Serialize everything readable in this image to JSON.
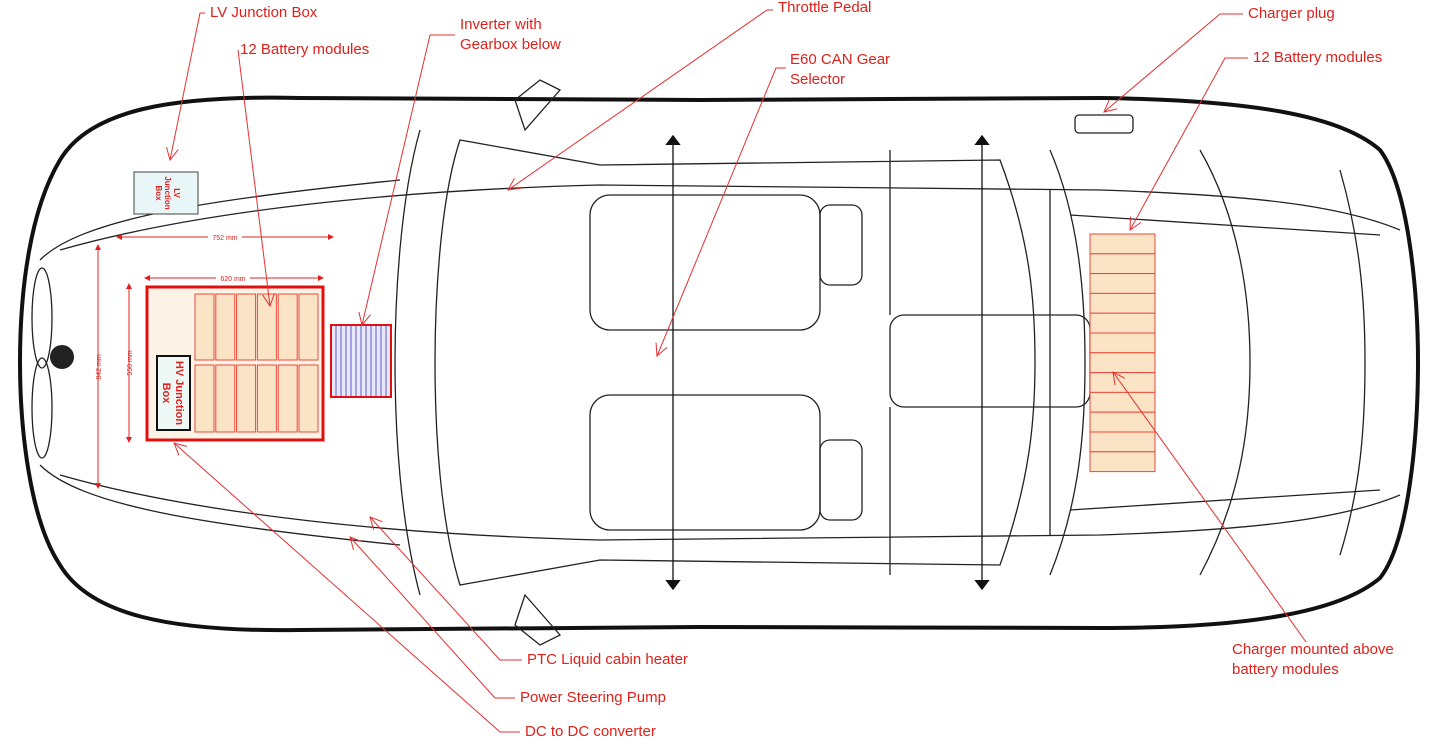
{
  "labels": {
    "lv_junction_box": "LV Junction Box",
    "battery_modules_front": "12 Battery modules",
    "inverter_line1": "Inverter with",
    "inverter_line2": "Gearbox below",
    "throttle_pedal": "Throttle Pedal",
    "gear_selector_line1": "E60 CAN Gear",
    "gear_selector_line2": "Selector",
    "charger_plug": "Charger plug",
    "battery_modules_rear": "12 Battery modules",
    "charger_line1": "Charger mounted above",
    "charger_line2": "battery modules",
    "ptc_heater": "PTC Liquid cabin heater",
    "power_steering": "Power Steering Pump",
    "dc_dc": "DC to DC converter"
  },
  "boxes": {
    "lv_box_line1": "LV",
    "lv_box_line2": "Junction",
    "lv_box_line3": "Box",
    "hv_box_line1": "HV Junction",
    "hv_box_line2": "Box"
  },
  "dimensions": {
    "width_outer": "752 mm",
    "width_pack": "620 mm",
    "length_outer": "842 mm",
    "length_pack": "550 mm"
  },
  "colors": {
    "annotation": "#e0201b",
    "module_fill": "#fbe3c6",
    "inverter_stripes": "#5a5ad0"
  }
}
